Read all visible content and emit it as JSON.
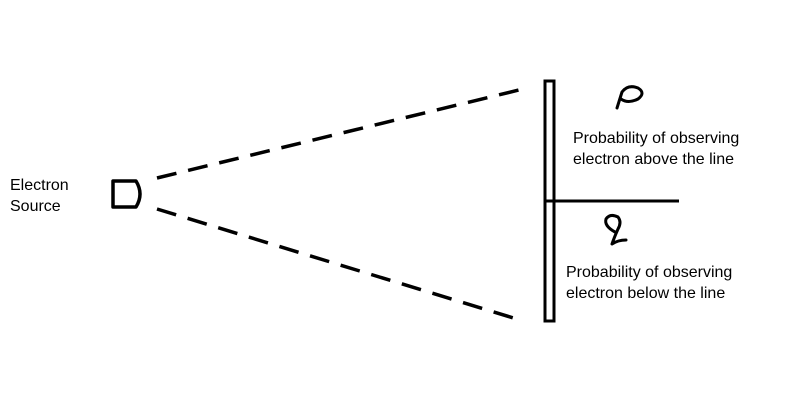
{
  "source": {
    "label_line1": "Electron",
    "label_line2": "Source"
  },
  "regions": {
    "above": {
      "symbol": "p",
      "description_line1": "Probability of observing",
      "description_line2": "electron above the line"
    },
    "below": {
      "symbol": "q",
      "description_line1": "Probability of observing",
      "description_line2": "electron below the line"
    }
  },
  "colors": {
    "stroke": "#000000",
    "background": "#ffffff"
  }
}
